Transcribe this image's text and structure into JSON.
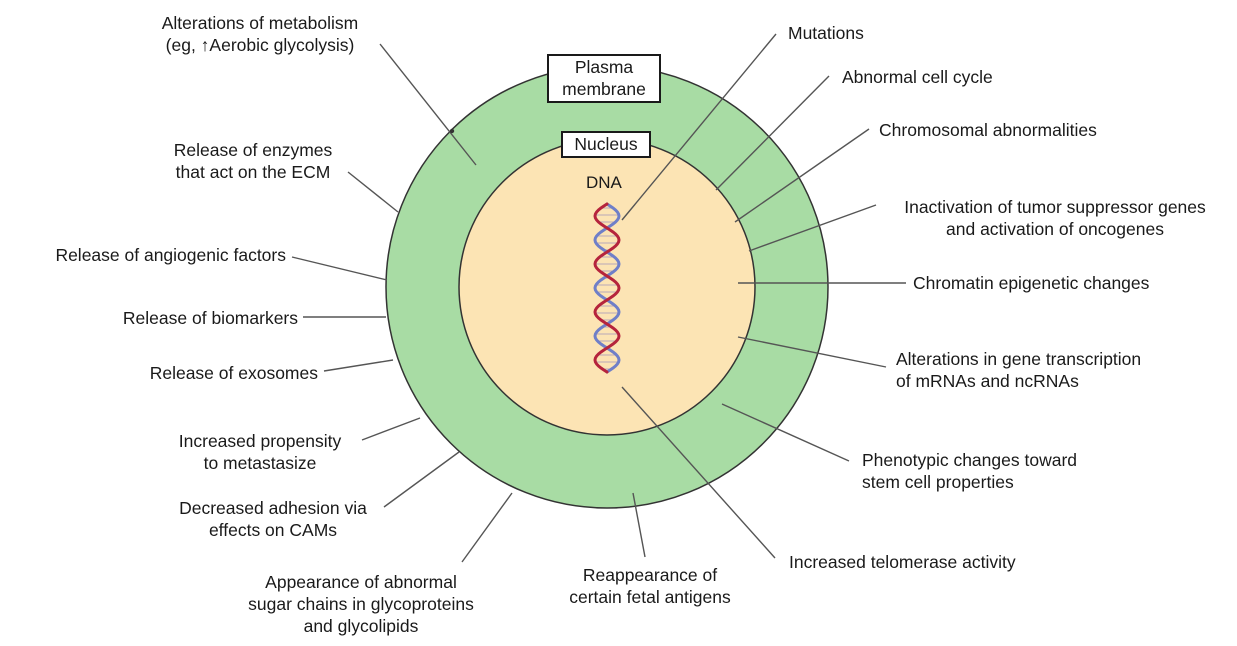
{
  "cell": {
    "membrane_label": "Plasma\nmembrane",
    "nucleus_label": "Nucleus",
    "dna_label": "DNA",
    "colors": {
      "cytoplasm": "#a8dca4",
      "nucleus": "#fce4b4",
      "outline": "#333333",
      "dna_red": "#b5243c",
      "dna_blue": "#6f7fc8"
    }
  },
  "labels_left": [
    {
      "id": "metabolism",
      "text": "Alterations of metabolism\n(eg, ↑Aerobic glycolysis)"
    },
    {
      "id": "enzymes",
      "text": "Release of enzymes\nthat act on the ECM"
    },
    {
      "id": "angiogenic",
      "text": "Release of angiogenic factors"
    },
    {
      "id": "biomarkers",
      "text": "Release of biomarkers"
    },
    {
      "id": "exosomes",
      "text": "Release of exosomes"
    },
    {
      "id": "metastasize",
      "text": "Increased propensity\nto metastasize"
    },
    {
      "id": "adhesion",
      "text": "Decreased adhesion via\neffects on CAMs"
    }
  ],
  "labels_bottom": [
    {
      "id": "sugar",
      "text": "Appearance of abnormal\nsugar chains in glycoproteins\nand glycolipids"
    },
    {
      "id": "fetal",
      "text": "Reappearance of\ncertain fetal antigens"
    }
  ],
  "labels_right": [
    {
      "id": "mutations",
      "text": "Mutations"
    },
    {
      "id": "cellcycle",
      "text": "Abnormal cell cycle"
    },
    {
      "id": "chromosomal",
      "text": "Chromosomal abnormalities"
    },
    {
      "id": "tumor",
      "text": "Inactivation of tumor suppressor genes\nand activation of oncogenes"
    },
    {
      "id": "chromatin",
      "text": "Chromatin epigenetic changes"
    },
    {
      "id": "transcription",
      "text": "Alterations in gene transcription\nof mRNAs and ncRNAs"
    },
    {
      "id": "stemcell",
      "text": "Phenotypic changes toward\nstem cell properties"
    },
    {
      "id": "telomerase",
      "text": "Increased telomerase activity"
    }
  ]
}
